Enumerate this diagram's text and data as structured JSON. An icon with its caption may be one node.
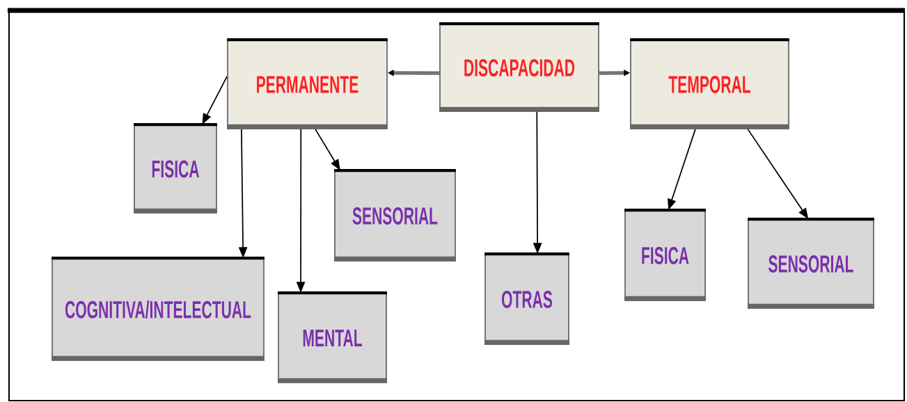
{
  "diagram": {
    "nodes": [
      {
        "text": [
          "DISCAPACIDAD"
        ]
      },
      {
        "text": [
          "PERMANENTE"
        ]
      },
      {
        "text": [
          "TEMPORAL"
        ]
      },
      {
        "text": [
          "FISICA"
        ]
      },
      {
        "text": [
          "SENSORIAL"
        ]
      },
      {
        "text": [
          "COGNITIVA/INTELECTUAL"
        ]
      },
      {
        "text": [
          "MENTAL"
        ]
      },
      {
        "text": [
          "OTRAS"
        ]
      },
      {
        "text": [
          "FISICA"
        ]
      },
      {
        "text": [
          "SENSORIAL"
        ]
      }
    ],
    "edges": [
      {
        "from": 0,
        "to": 1,
        "arrow": "to",
        "style": "thick",
        "color": "#737373"
      },
      {
        "from": 0,
        "to": 2,
        "arrow": "to",
        "style": "thick",
        "color": "#737373"
      },
      {
        "from": 1,
        "to": 3,
        "arrow": "to"
      },
      {
        "from": 1,
        "to": 5,
        "arrow": "to"
      },
      {
        "from": 1,
        "to": 6,
        "arrow": "to"
      },
      {
        "from": 1,
        "to": 4,
        "arrow": "to"
      },
      {
        "from": 0,
        "to": 7,
        "arrow": "to"
      },
      {
        "from": 2,
        "to": 8,
        "arrow": "to"
      },
      {
        "from": 2,
        "to": 9,
        "arrow": "to"
      }
    ]
  }
}
